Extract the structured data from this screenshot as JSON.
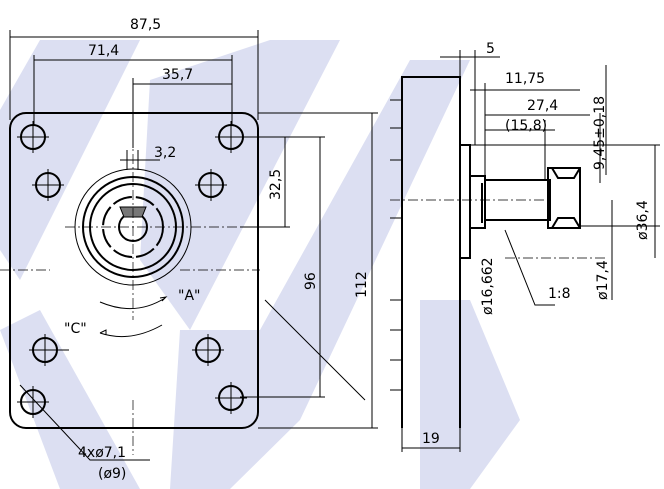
{
  "colors": {
    "line": "#000000",
    "watermark": "#dcdff2"
  },
  "front_view": {
    "dims": {
      "overall_width": "87,5",
      "hole_spacing": "71,4",
      "half_spacing": "35,7",
      "key_width": "3,2",
      "center_offset": "32,5",
      "hole_vertical": "96",
      "overall_height": "112"
    },
    "rotation_a": "\"A\"",
    "rotation_c": "\"C\"",
    "holes_label": "4xø7,1",
    "holes_label_alt": "(ø9)"
  },
  "side_view": {
    "dims": {
      "flange": "5",
      "spigot": "11,75",
      "shaft_len": "27,4",
      "shaft_ref": "(15,8)",
      "key_height": "9,45±0,18",
      "spigot_dia": "ø36,4",
      "shaft_dia": "ø16,662",
      "thread_dia": "ø17,4",
      "taper": "1:8",
      "body_depth": "19"
    }
  }
}
